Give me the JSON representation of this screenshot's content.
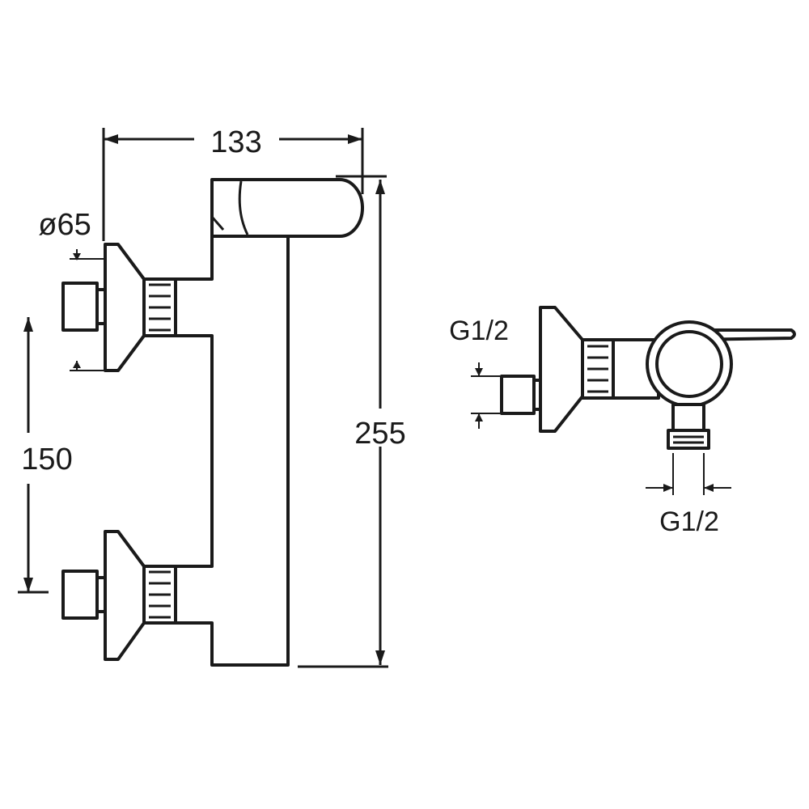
{
  "dimensions": {
    "width_label": "133",
    "flange_diameter_label": "ø65",
    "inlet_spacing_label": "150",
    "height_label": "255",
    "side_inlet_thread_label": "G1/2",
    "bottom_outlet_thread_label": "G1/2"
  },
  "colors": {
    "line": "#1a1a1a",
    "background": "#ffffff"
  }
}
